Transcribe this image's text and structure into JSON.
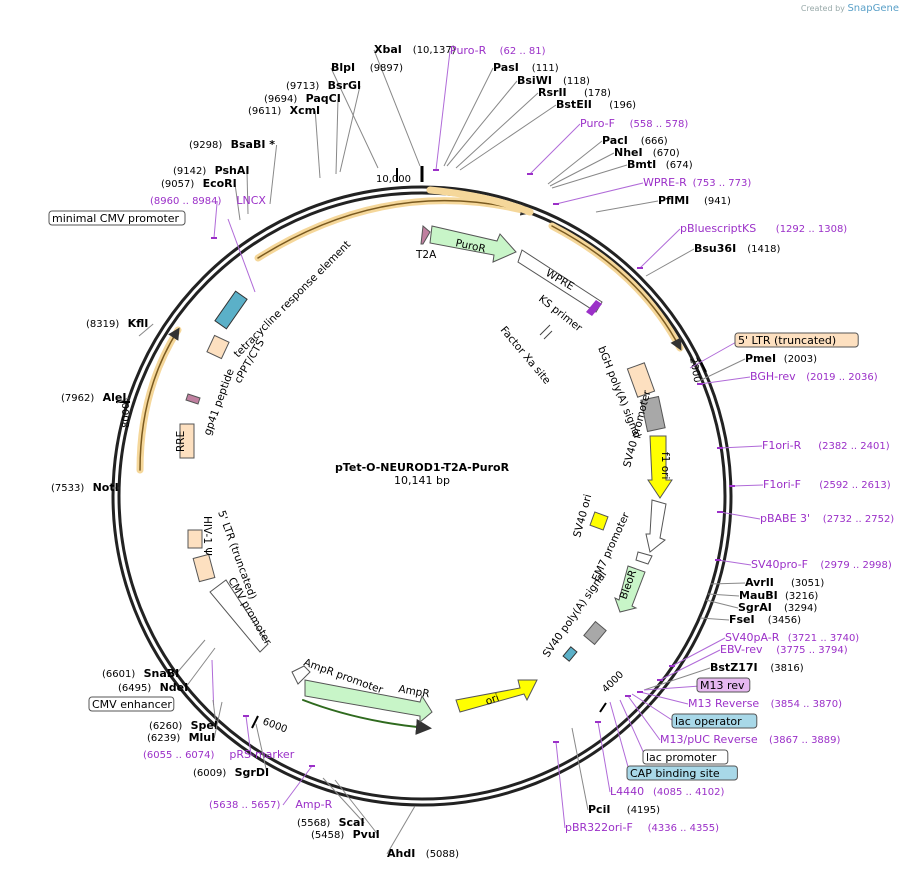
{
  "credit": {
    "prefix": "Created by",
    "brand": "SnapGene"
  },
  "plasmid": {
    "name": "pTet-O-NEUROD1-T2A-PuroR",
    "size_label": "10,141 bp"
  },
  "ticks": [
    {
      "label": "10,000"
    },
    {
      "label": "2000"
    },
    {
      "label": "4000"
    },
    {
      "label": "6000"
    },
    {
      "label": "8000"
    }
  ],
  "sites": [
    {
      "name": "XbaI",
      "pos": "(10,137)",
      "bold": true
    },
    {
      "name": "BlpI",
      "pos": "(9897)",
      "bold": true
    },
    {
      "name": "BsrGI",
      "pos": "(9713)",
      "bold": true
    },
    {
      "name": "PaqCI",
      "pos": "(9694)",
      "bold": true
    },
    {
      "name": "XcmI",
      "pos": "(9611)",
      "bold": true
    },
    {
      "name": "BsaBI *",
      "pos": "(9298)",
      "bold": true
    },
    {
      "name": "PshAI",
      "pos": "(9142)",
      "bold": true
    },
    {
      "name": "EcoRI",
      "pos": "(9057)",
      "bold": true
    },
    {
      "name": "LNCX",
      "pos": "(8960 .. 8984)",
      "bold": false
    },
    {
      "name": "minimal CMV promoter",
      "pos": "",
      "bold": false
    },
    {
      "name": "KflI",
      "pos": "(8319)",
      "bold": true
    },
    {
      "name": "AleI",
      "pos": "(7962)",
      "bold": true
    },
    {
      "name": "NotI",
      "pos": "(7533)",
      "bold": true
    },
    {
      "name": "SnaBI",
      "pos": "(6601)",
      "bold": true
    },
    {
      "name": "NdeI",
      "pos": "(6495)",
      "bold": true
    },
    {
      "name": "CMV enhancer",
      "pos": "",
      "bold": false
    },
    {
      "name": "SpeI",
      "pos": "(6260)",
      "bold": true
    },
    {
      "name": "MluI",
      "pos": "(6239)",
      "bold": true
    },
    {
      "name": "pRS-marker",
      "pos": "(6055 .. 6074)",
      "bold": false
    },
    {
      "name": "SgrDI",
      "pos": "(6009)",
      "bold": true
    },
    {
      "name": "Amp-R",
      "pos": "(5638 .. 5657)",
      "bold": false
    },
    {
      "name": "ScaI",
      "pos": "(5568)",
      "bold": true
    },
    {
      "name": "PvuI",
      "pos": "(5458)",
      "bold": true
    },
    {
      "name": "AhdI",
      "pos": "(5088)",
      "bold": true
    },
    {
      "name": "Puro-R",
      "pos": "(62 .. 81)",
      "bold": false
    },
    {
      "name": "PasI",
      "pos": "(111)",
      "bold": true
    },
    {
      "name": "BsiWI",
      "pos": "(118)",
      "bold": true
    },
    {
      "name": "RsrII",
      "pos": "(178)",
      "bold": true
    },
    {
      "name": "BstEII",
      "pos": "(196)",
      "bold": true
    },
    {
      "name": "Puro-F",
      "pos": "(558 .. 578)",
      "bold": false
    },
    {
      "name": "PacI",
      "pos": "(666)",
      "bold": true
    },
    {
      "name": "NheI",
      "pos": "(670)",
      "bold": true
    },
    {
      "name": "BmtI",
      "pos": "(674)",
      "bold": true
    },
    {
      "name": "WPRE-R",
      "pos": "(753 .. 773)",
      "bold": false
    },
    {
      "name": "PflMI",
      "pos": "(941)",
      "bold": true
    },
    {
      "name": "pBluescriptKS",
      "pos": "(1292 .. 1308)",
      "bold": false
    },
    {
      "name": "Bsu36I",
      "pos": "(1418)",
      "bold": true
    },
    {
      "name": "5' LTR (truncated)",
      "pos": "",
      "bold": false
    },
    {
      "name": "PmeI",
      "pos": "(2003)",
      "bold": true
    },
    {
      "name": "BGH-rev",
      "pos": "(2019 .. 2036)",
      "bold": false
    },
    {
      "name": "F1ori-R",
      "pos": "(2382 .. 2401)",
      "bold": false
    },
    {
      "name": "F1ori-F",
      "pos": "(2592 .. 2613)",
      "bold": false
    },
    {
      "name": "pBABE 3'",
      "pos": "(2732 .. 2752)",
      "bold": false
    },
    {
      "name": "SV40pro-F",
      "pos": "(2979 .. 2998)",
      "bold": false
    },
    {
      "name": "AvrII",
      "pos": "(3051)",
      "bold": true
    },
    {
      "name": "MauBI",
      "pos": "(3216)",
      "bold": true
    },
    {
      "name": "SgrAI",
      "pos": "(3294)",
      "bold": true
    },
    {
      "name": "FseI",
      "pos": "(3456)",
      "bold": true
    },
    {
      "name": "SV40pA-R",
      "pos": "(3721 .. 3740)",
      "bold": false
    },
    {
      "name": "EBV-rev",
      "pos": "(3775 .. 3794)",
      "bold": false
    },
    {
      "name": "BstZ17I",
      "pos": "(3816)",
      "bold": true
    },
    {
      "name": "M13 rev",
      "pos": "",
      "bold": false
    },
    {
      "name": "M13 Reverse",
      "pos": "(3854 .. 3870)",
      "bold": false
    },
    {
      "name": "lac operator",
      "pos": "",
      "bold": false
    },
    {
      "name": "M13/pUC Reverse",
      "pos": "(3867 .. 3889)",
      "bold": false
    },
    {
      "name": "lac promoter",
      "pos": "",
      "bold": false
    },
    {
      "name": "CAP binding site",
      "pos": "",
      "bold": false
    },
    {
      "name": "L4440",
      "pos": "(4085 .. 4102)",
      "bold": false
    },
    {
      "name": "PciI",
      "pos": "(4195)",
      "bold": true
    },
    {
      "name": "pBR322ori-F",
      "pos": "(4336 .. 4355)",
      "bold": false
    }
  ],
  "features": [
    {
      "name": "T2A"
    },
    {
      "name": "PuroR"
    },
    {
      "name": "WPRE"
    },
    {
      "name": "KS primer"
    },
    {
      "name": "Factor Xa site"
    },
    {
      "name": "bGH poly(A) signal"
    },
    {
      "name": "f1 ori"
    },
    {
      "name": "SV40 promoter"
    },
    {
      "name": "SV40 ori"
    },
    {
      "name": "EM7 promoter"
    },
    {
      "name": "BleoR"
    },
    {
      "name": "SV40 poly(A) signal"
    },
    {
      "name": "ori"
    },
    {
      "name": "AmpR"
    },
    {
      "name": "AmpR promoter"
    },
    {
      "name": "CMV promoter"
    },
    {
      "name": "HIV-1 Ψ"
    },
    {
      "name": "5' LTR (truncated)"
    },
    {
      "name": "RRE"
    },
    {
      "name": "gp41 peptide"
    },
    {
      "name": "cPPT/CTS"
    },
    {
      "name": "tetracycline response element"
    }
  ],
  "colors": {
    "backbone": "#222222",
    "primer": "#9b30c8",
    "site_bold": "#000000",
    "orf_green": "#c8f5c8",
    "yellow": "#ffff00",
    "peach": "#fde0c0",
    "grey": "#a8a8a8",
    "highlight_orange": "#f5d79a",
    "teal": "#5bb0c8",
    "lac_box": "#a8d8e8",
    "m13_box": "#e6b8f0"
  }
}
